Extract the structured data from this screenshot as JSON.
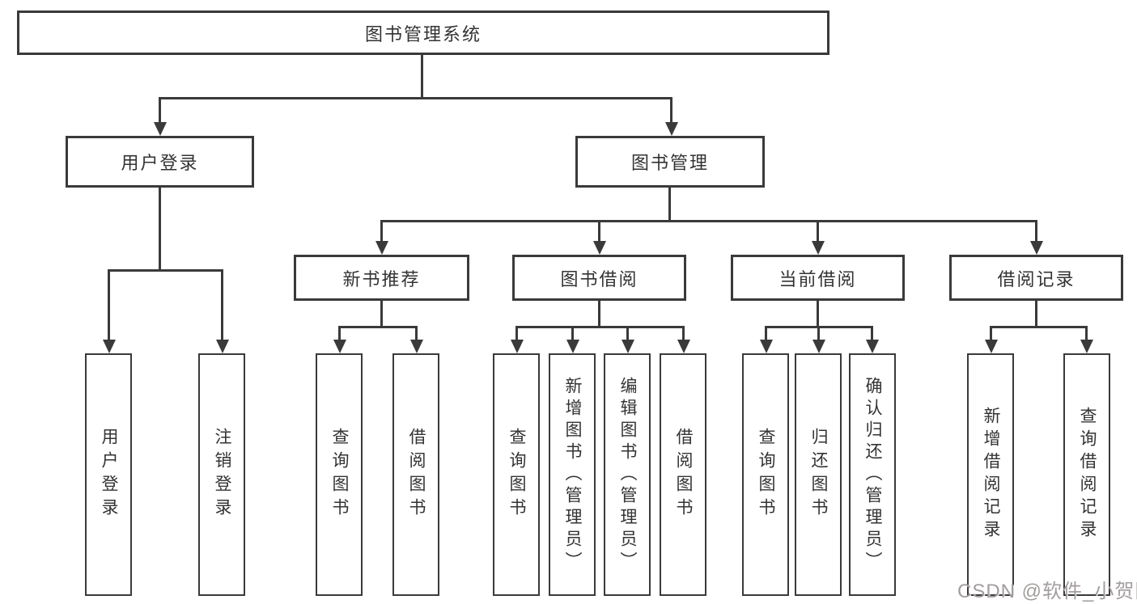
{
  "diagram": {
    "root": {
      "label": "图书管理系统"
    },
    "branches": [
      {
        "label": "用户登录"
      },
      {
        "label": "图书管理"
      }
    ],
    "modules": [
      {
        "label": "新书推荐"
      },
      {
        "label": "图书借阅"
      },
      {
        "label": "当前借阅"
      },
      {
        "label": "借阅记录"
      }
    ],
    "leaves": [
      {
        "label": "用户登录"
      },
      {
        "label": "注销登录"
      },
      {
        "label": "查询图书"
      },
      {
        "label": "借阅图书"
      },
      {
        "label": "查询图书"
      },
      {
        "label": "新增图书（管理员）"
      },
      {
        "label": "编辑图书（管理员）"
      },
      {
        "label": "借阅图书"
      },
      {
        "label": "查询图书"
      },
      {
        "label": "归还图书"
      },
      {
        "label": "确认归还（管理员）"
      },
      {
        "label": "新增借阅记录"
      },
      {
        "label": "查询借阅记录"
      }
    ]
  },
  "watermark": {
    "text": "CSDN @软件_小贺同学"
  },
  "colors": {
    "line": "#3a3a3a",
    "text": "#333333",
    "background": "#ffffff",
    "watermark": "#9e9898"
  }
}
